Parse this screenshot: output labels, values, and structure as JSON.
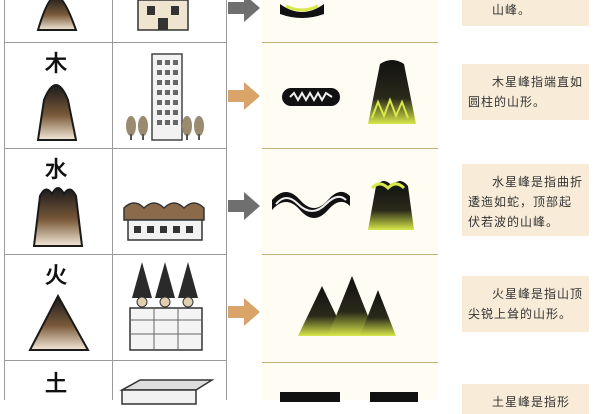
{
  "rows": [
    {
      "element": "",
      "description": "山峰。"
    },
    {
      "element": "木",
      "description": "木星峰指端直如圆柱的山形。"
    },
    {
      "element": "水",
      "description": "水星峰是指曲折逶迤如蛇，顶部起伏若波的山峰。"
    },
    {
      "element": "火",
      "description": "火星峰是指山顶尖锐上耸的山形。"
    },
    {
      "element": "土",
      "description": "土星峰是指形"
    }
  ],
  "colors": {
    "grid_line": "#9a9a9a",
    "arrow_gray": "#6f6f6f",
    "arrow_orange": "#d9a46a",
    "panel_bg": "#fffcf4",
    "desc_bg": "#f8ecd8",
    "mountain_dark": "#1a1a1a",
    "glow": "#d8e84a"
  },
  "icons": [
    "mountain-icon",
    "building-icon",
    "tower-block-icon",
    "tree-icon",
    "wave-roof-house-icon",
    "spire-building-icon",
    "flat-building-icon",
    "arrow-right-icon",
    "flat-ridge-icon",
    "pillar-peak-icon",
    "wavy-ridge-icon",
    "pointed-peaks-icon"
  ]
}
